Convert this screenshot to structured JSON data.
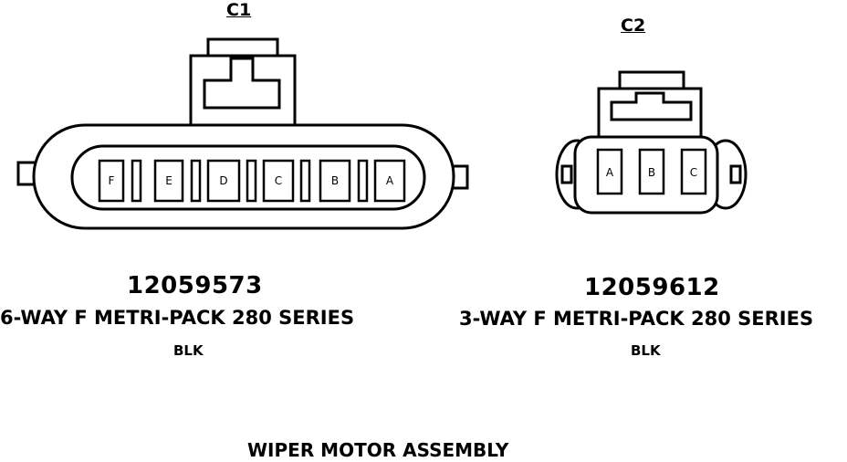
{
  "connectors": [
    {
      "id": "C1",
      "part_number": "12059573",
      "description": "6-WAY F METRI-PACK 280 SERIES",
      "color": "BLK",
      "pins": [
        "F",
        "E",
        "D",
        "C",
        "B",
        "A"
      ]
    },
    {
      "id": "C2",
      "part_number": "12059612",
      "description": "3-WAY F METRI-PACK 280 SERIES",
      "color": "BLK",
      "pins": [
        "A",
        "B",
        "C"
      ]
    }
  ],
  "caption": "WIPER MOTOR ASSEMBLY"
}
